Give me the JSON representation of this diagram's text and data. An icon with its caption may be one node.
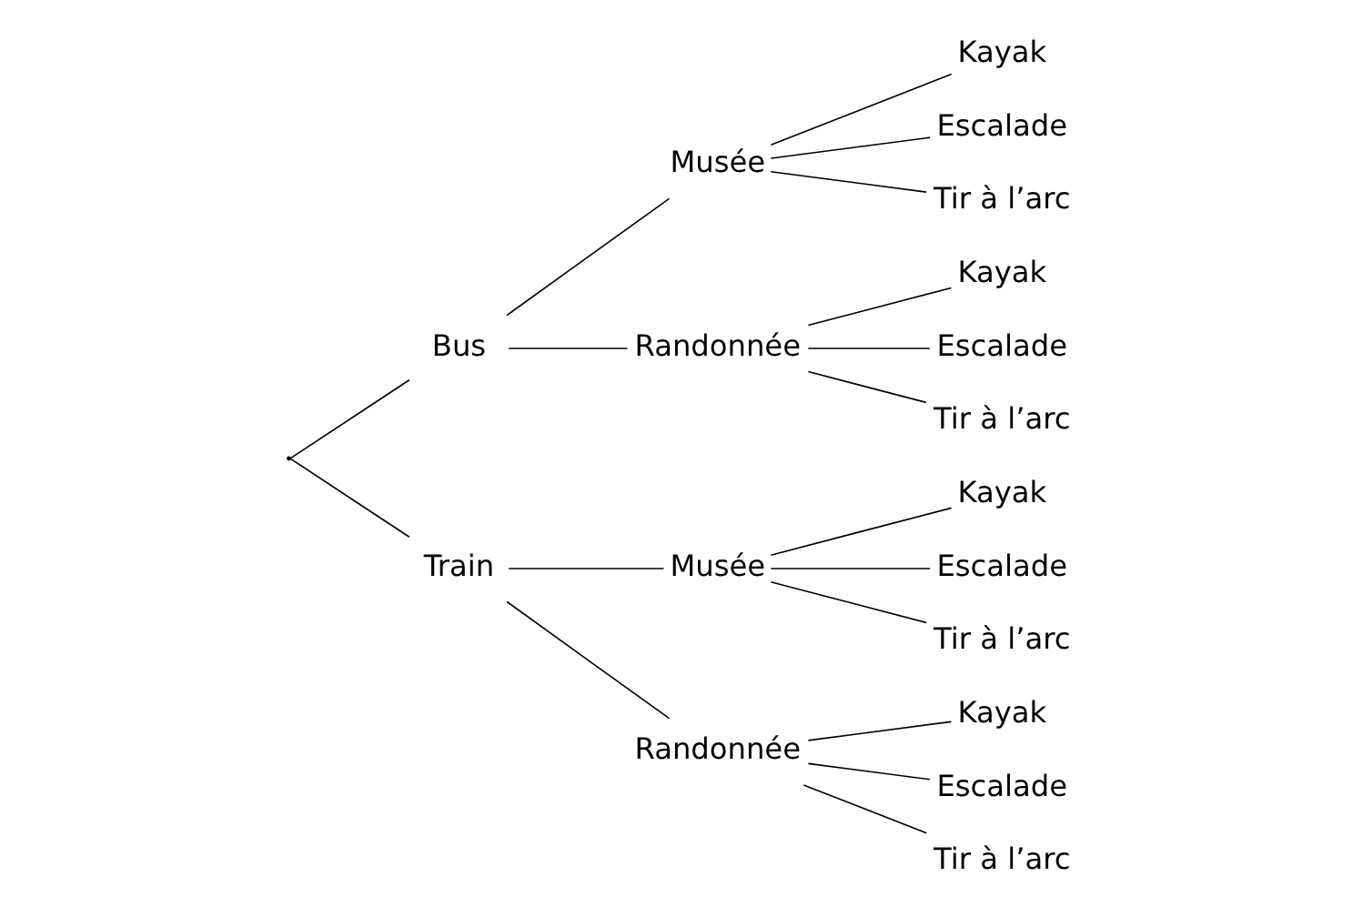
{
  "diagram": {
    "nodes": [
      {
        "text": [],
        "shape": "point"
      },
      {
        "text": [
          "Bus"
        ]
      },
      {
        "text": [
          "Musée"
        ]
      },
      {
        "text": [
          "Kayak"
        ]
      },
      {
        "text": [
          "Escalade"
        ]
      },
      {
        "text": [
          "Tir à l’arc"
        ]
      },
      {
        "text": [
          "Randonnée"
        ]
      },
      {
        "text": [
          "Kayak"
        ]
      },
      {
        "text": [
          "Escalade"
        ]
      },
      {
        "text": [
          "Tir à l’arc"
        ]
      },
      {
        "text": [
          "Train"
        ]
      },
      {
        "text": [
          "Musée"
        ]
      },
      {
        "text": [
          "Kayak"
        ]
      },
      {
        "text": [
          "Escalade"
        ]
      },
      {
        "text": [
          "Tir à l’arc"
        ]
      },
      {
        "text": [
          "Randonnée"
        ]
      },
      {
        "text": [
          "Kayak"
        ]
      },
      {
        "text": [
          "Escalade"
        ]
      },
      {
        "text": [
          "Tir à l’arc"
        ]
      }
    ],
    "edges": [
      {
        "from": 0,
        "to": 1,
        "arrow": "none"
      },
      {
        "from": 1,
        "to": 2,
        "arrow": "none"
      },
      {
        "from": 2,
        "to": 3,
        "arrow": "none"
      },
      {
        "from": 2,
        "to": 4,
        "arrow": "none"
      },
      {
        "from": 2,
        "to": 5,
        "arrow": "none"
      },
      {
        "from": 1,
        "to": 6,
        "arrow": "none"
      },
      {
        "from": 6,
        "to": 7,
        "arrow": "none"
      },
      {
        "from": 6,
        "to": 8,
        "arrow": "none"
      },
      {
        "from": 6,
        "to": 9,
        "arrow": "none"
      },
      {
        "from": 0,
        "to": 10,
        "arrow": "none"
      },
      {
        "from": 10,
        "to": 11,
        "arrow": "none"
      },
      {
        "from": 11,
        "to": 12,
        "arrow": "none"
      },
      {
        "from": 11,
        "to": 13,
        "arrow": "none"
      },
      {
        "from": 11,
        "to": 14,
        "arrow": "none"
      },
      {
        "from": 10,
        "to": 15,
        "arrow": "none"
      },
      {
        "from": 15,
        "to": 16,
        "arrow": "none"
      },
      {
        "from": 15,
        "to": 17,
        "arrow": "none"
      },
      {
        "from": 15,
        "to": 18,
        "arrow": "none"
      }
    ]
  }
}
